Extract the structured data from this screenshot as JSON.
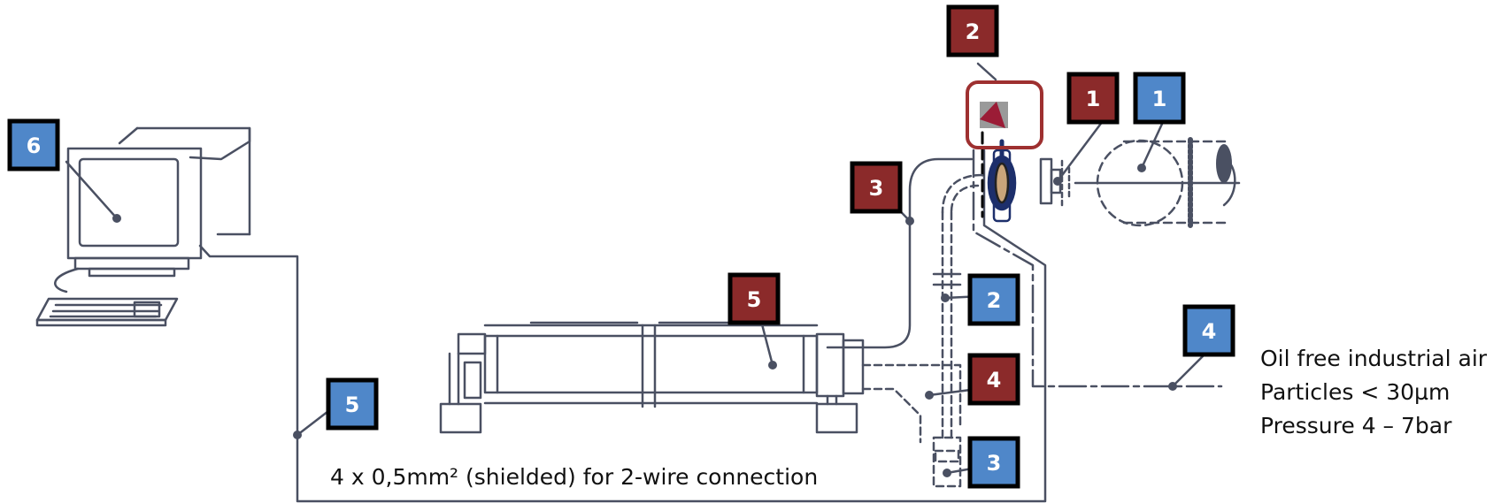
{
  "colors": {
    "line": "#4a5062",
    "red_badge": "#8b2a2a",
    "blue_badge": "#4f87c9",
    "badge_border": "#000000",
    "valve_blue": "#1d2f6b",
    "controller_frame": "#9e3030"
  },
  "badges": {
    "red": [
      "1",
      "2",
      "3",
      "4",
      "5"
    ],
    "blue": [
      "1",
      "2",
      "3",
      "4",
      "5",
      "6"
    ]
  },
  "air_spec": {
    "line1": "Oil free industrial air",
    "line2": "Particles < 30µm",
    "line3": "Pressure 4 – 7bar"
  },
  "cable_note": "4 x 0,5mm² (shielded) for 2-wire connection",
  "icons": [
    "computer-icon",
    "controller-logo-icon",
    "butterfly-valve-icon",
    "conveyor-drum-icon"
  ]
}
